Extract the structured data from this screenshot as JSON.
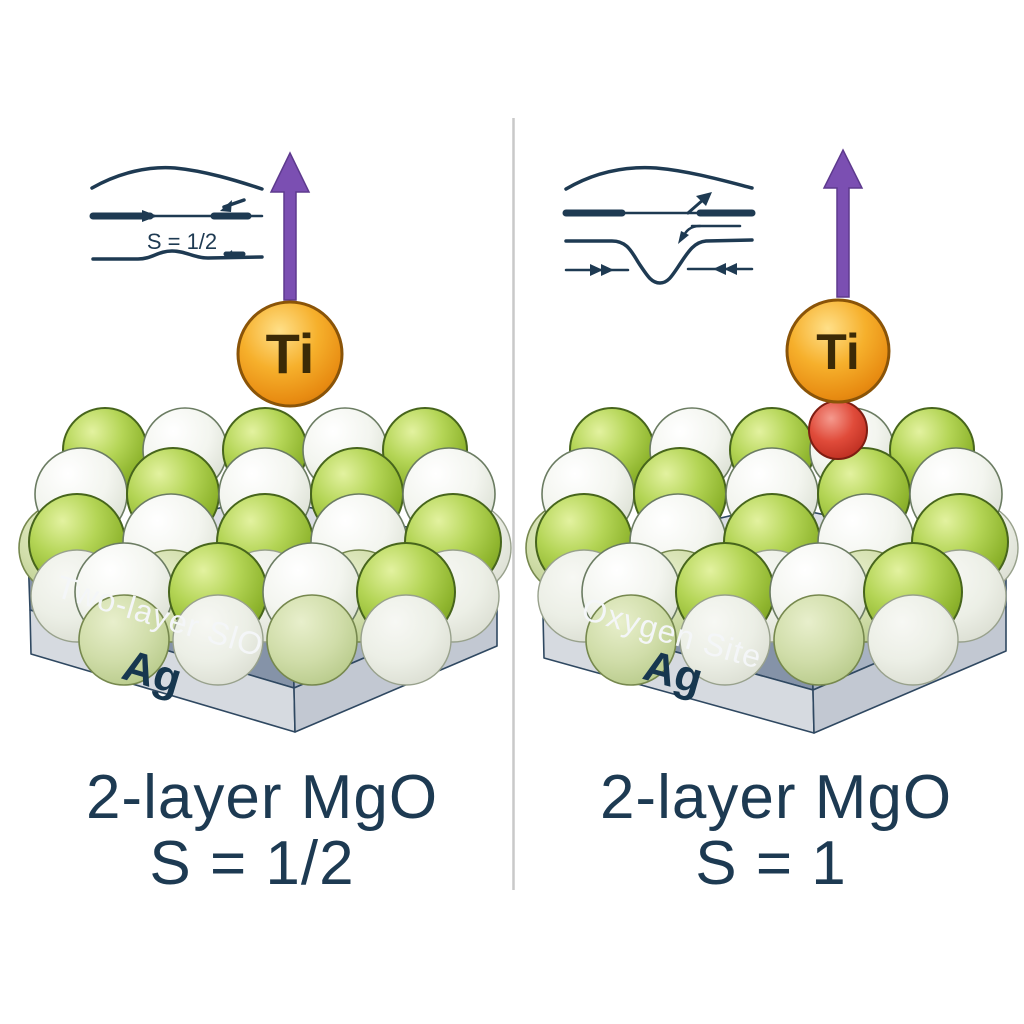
{
  "colors": {
    "background": "#ffffff",
    "divider": "#c9c9c9",
    "diagram_line_navy": "#1e3a52",
    "caption_text": "#1d3a52",
    "arrow_purple": "#7b4fb2",
    "ti_sphere_orange": "#f0a125",
    "mg_sphere_green": "#a8cc48",
    "o_sphere_white": "#f2f4ee",
    "lower_layer_pale_green": "#cdd9a8",
    "lower_layer_pale_white": "#e9ece3",
    "oxygen_site_red": "#d93a2b",
    "slab_front_gray_blue": "#8593a8",
    "slab_side_gray_blue": "#a7b2c2",
    "ag_slab_front": "#d6dae0",
    "ag_slab_side": "#c2c8d2",
    "slab_label_text": "#ffffff",
    "ti_label_text": "#3b2a06"
  },
  "left_panel": {
    "adatom_label": "Ti",
    "energy_diagram_label": "S = 1/2",
    "slab_top_label": "Two-layer SlO",
    "slab_bottom_label": "Ag",
    "caption_line1": "2-layer MgO",
    "caption_line2": "S = 1/2"
  },
  "right_panel": {
    "adatom_label": "Ti",
    "slab_top_label": "Oxygen Site",
    "slab_bottom_label": "Ag",
    "caption_line1": "2-layer MgO",
    "caption_line2": "S = 1"
  }
}
